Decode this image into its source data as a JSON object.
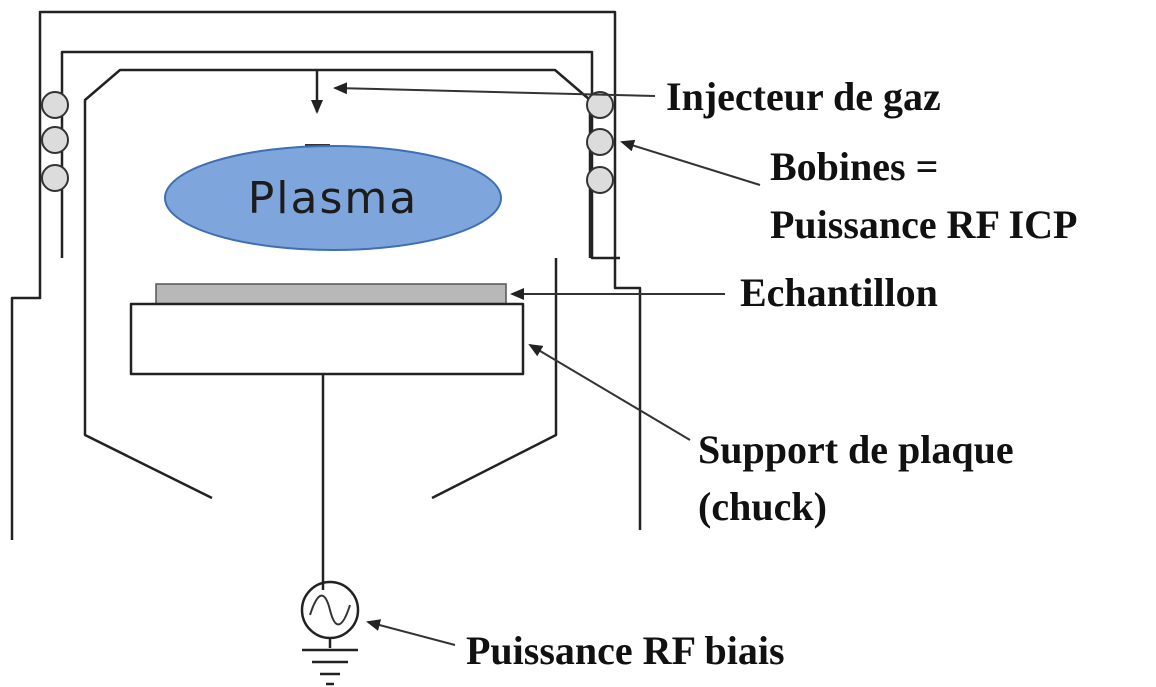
{
  "diagram": {
    "plasma_label": "Plasma",
    "labels": {
      "gas_injector": "Injecteur de gaz",
      "coils_line1": "Bobines =",
      "coils_line2": "Puissance RF ICP",
      "sample": "Echantillon",
      "chuck_line1": "Support de plaque",
      "chuck_line2": "(chuck)",
      "bias": "Puissance RF biais"
    },
    "colors": {
      "plasma_fill": "#7fa6dc",
      "plasma_stroke": "#3f6fb3",
      "sample_fill": "#b8b8b8",
      "line": "#222222"
    }
  }
}
